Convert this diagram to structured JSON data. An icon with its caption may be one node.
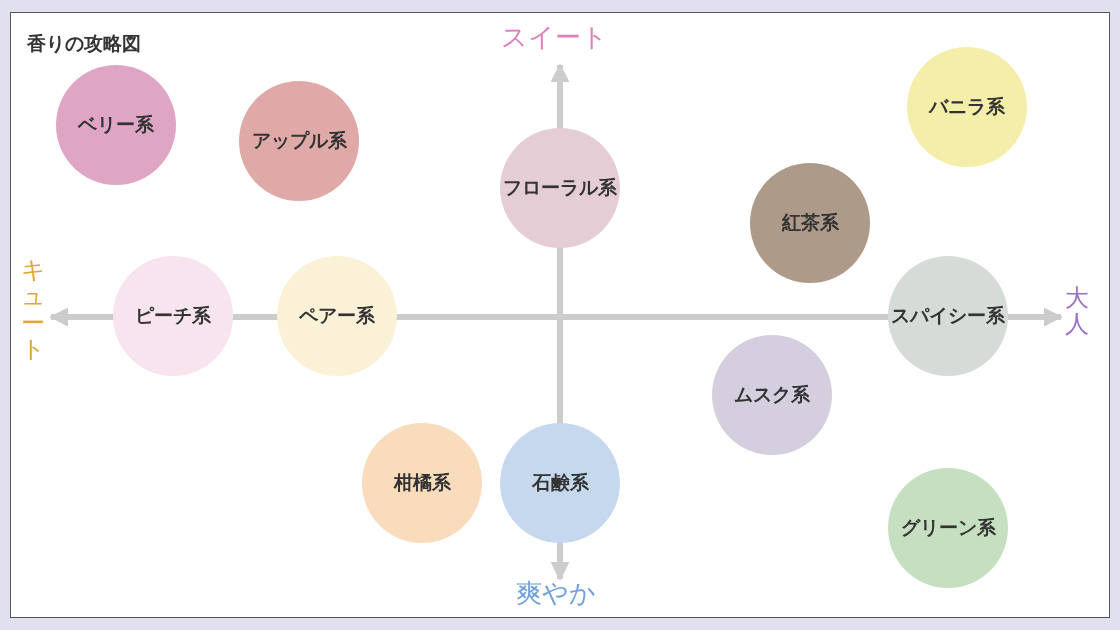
{
  "diagram": {
    "title": "香りの攻略図",
    "nodes": [
      {
        "text": [
          "ベリー系"
        ]
      },
      {
        "text": [
          "アップル系"
        ]
      },
      {
        "text": [
          "フローラル系"
        ]
      },
      {
        "text": [
          "バニラ系"
        ]
      },
      {
        "text": [
          "紅茶系"
        ]
      },
      {
        "text": [
          "ピーチ系"
        ]
      },
      {
        "text": [
          "ペアー系"
        ]
      },
      {
        "text": [
          "スパイシー系"
        ]
      },
      {
        "text": [
          "ムスク系"
        ]
      },
      {
        "text": [
          "柑橘系"
        ]
      },
      {
        "text": [
          "石鹸系"
        ]
      },
      {
        "text": [
          "グリーン系"
        ]
      }
    ],
    "edges": [],
    "labels": [
      "スイート",
      "キュート",
      "大人",
      "爽やか"
    ]
  }
}
